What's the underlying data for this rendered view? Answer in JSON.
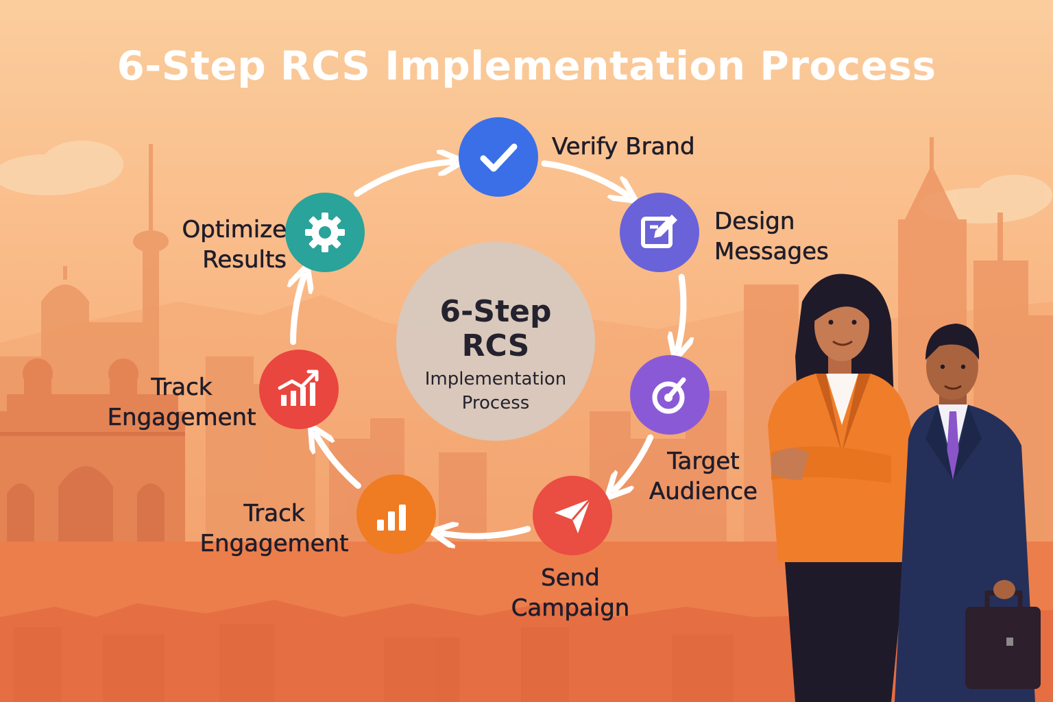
{
  "title": "6-Step RCS Implementation Process",
  "center": {
    "line1": "6-Step",
    "line2": "RCS",
    "line3": "Implementation",
    "line4": "Process"
  },
  "steps": [
    {
      "icon": "checkmark-icon",
      "color": "#3b6fe8",
      "lines": [
        "Verify Brand"
      ]
    },
    {
      "icon": "edit-icon",
      "color": "#6a62d8",
      "lines": [
        "Design",
        "Messages"
      ]
    },
    {
      "icon": "target-icon",
      "color": "#8a5ad6",
      "lines": [
        "Target",
        "Audience"
      ]
    },
    {
      "icon": "send-icon",
      "color": "#ea4d42",
      "lines": [
        "Send",
        "Campaign"
      ]
    },
    {
      "icon": "bar-chart-icon",
      "color": "#ef7b22",
      "lines": [
        "Track",
        "Engagement"
      ]
    },
    {
      "icon": "growth-chart-icon",
      "color": "#e9463f",
      "lines": [
        "Track",
        "Engagement"
      ]
    },
    {
      "icon": "gear-icon",
      "color": "#2aa39a",
      "lines": [
        "Optimize",
        "Results"
      ]
    }
  ]
}
